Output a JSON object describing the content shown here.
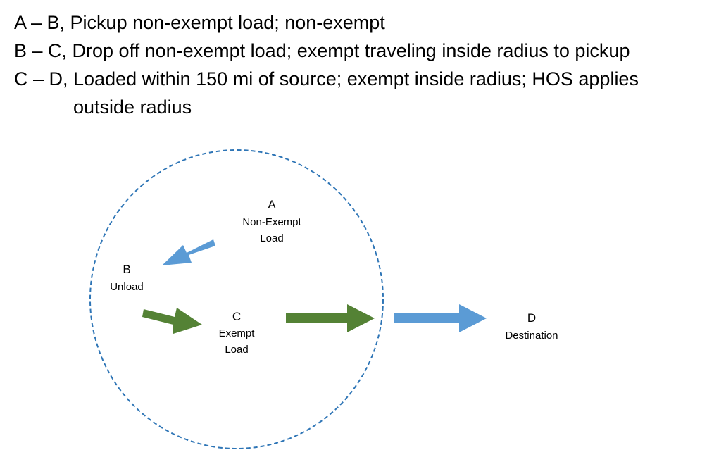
{
  "legend": {
    "lines": [
      "A – B, Pickup non-exempt load; non-exempt",
      "B – C, Drop off non-exempt load; exempt traveling inside radius to pickup",
      "C – D, Loaded within 150 mi of source; exempt inside radius; HOS applies",
      "outside radius"
    ]
  },
  "nodes": {
    "a": {
      "letter": "A",
      "sub1": "Non-Exempt",
      "sub2": "Load"
    },
    "b": {
      "letter": "B",
      "sub1": "Unload"
    },
    "c": {
      "letter": "C",
      "sub1": "Exempt",
      "sub2": "Load"
    },
    "d": {
      "letter": "D",
      "sub1": "Destination"
    }
  },
  "colors": {
    "non_exempt_arrow": "#5B9BD5",
    "exempt_arrow": "#548235",
    "radius_circle": "#2E75B6",
    "text": "#000000"
  }
}
